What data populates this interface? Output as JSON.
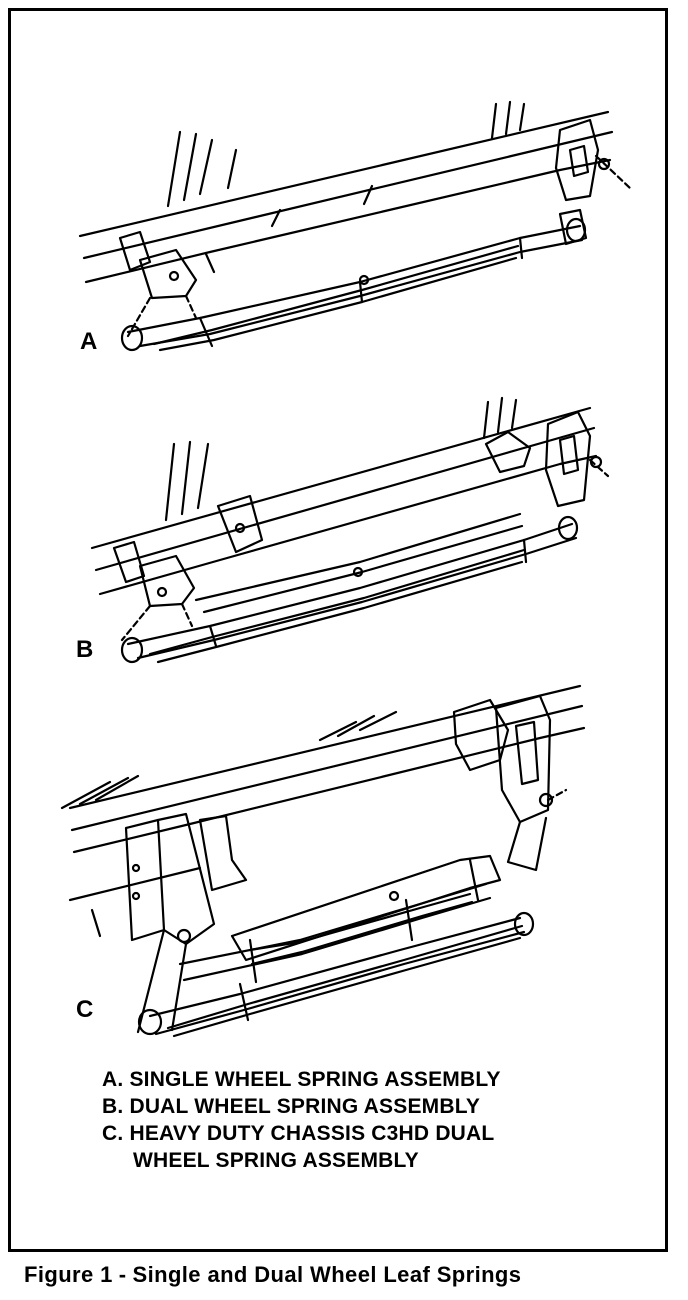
{
  "panels": [
    {
      "letter": "A"
    },
    {
      "letter": "B"
    },
    {
      "letter": "C"
    }
  ],
  "legend": [
    {
      "key": "A.",
      "text": "SINGLE WHEEL SPRING ASSEMBLY"
    },
    {
      "key": "B.",
      "text": "DUAL WHEEL SPRING ASSEMBLY"
    },
    {
      "key": "C.",
      "text": "HEAVY DUTY CHASSIS C3HD DUAL",
      "cont": "WHEEL SPRING ASSEMBLY"
    }
  ],
  "caption": {
    "number": "Figure 1",
    "separator": "-",
    "title": "Single and Dual Wheel Leaf Springs"
  }
}
